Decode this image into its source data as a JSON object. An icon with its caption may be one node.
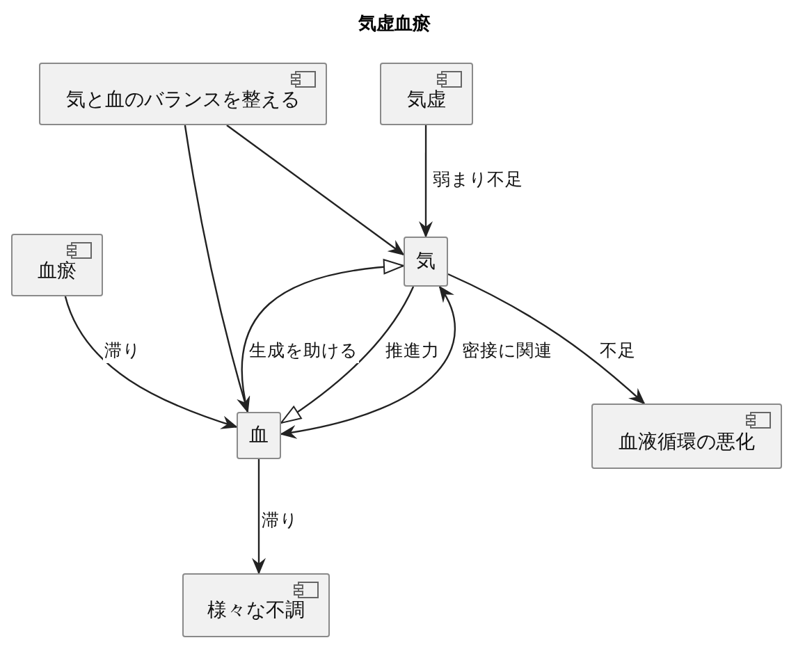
{
  "diagram": {
    "title": "気虚血瘀",
    "nodes": [
      {
        "text": [
          "気と血のバランスを整える"
        ]
      },
      {
        "text": [
          "気虚"
        ]
      },
      {
        "text": [
          "血瘀"
        ]
      },
      {
        "text": [
          "気"
        ]
      },
      {
        "text": [
          "血"
        ]
      },
      {
        "text": [
          "血液循環の悪化"
        ]
      },
      {
        "text": [
          "様々な不調"
        ]
      }
    ],
    "edges": [
      {
        "from": 0,
        "to": 3,
        "arrow": "to"
      },
      {
        "from": 0,
        "to": 4,
        "arrow": "to"
      },
      {
        "from": 1,
        "to": 3,
        "arrow": "to",
        "label": "弱まり不足"
      },
      {
        "from": 2,
        "to": 4,
        "arrow": "to",
        "label": "滞り"
      },
      {
        "from": 4,
        "to": 3,
        "arrow": "to",
        "label": "生成を助ける"
      },
      {
        "from": 3,
        "to": 4,
        "arrow": "to",
        "label": "推進力"
      },
      {
        "from": 3,
        "to": 4,
        "arrow": "both",
        "label": "密接に関連"
      },
      {
        "from": 3,
        "to": 5,
        "arrow": "to",
        "label": "不足"
      },
      {
        "from": 4,
        "to": 6,
        "arrow": "to",
        "label": "滞り"
      }
    ]
  }
}
